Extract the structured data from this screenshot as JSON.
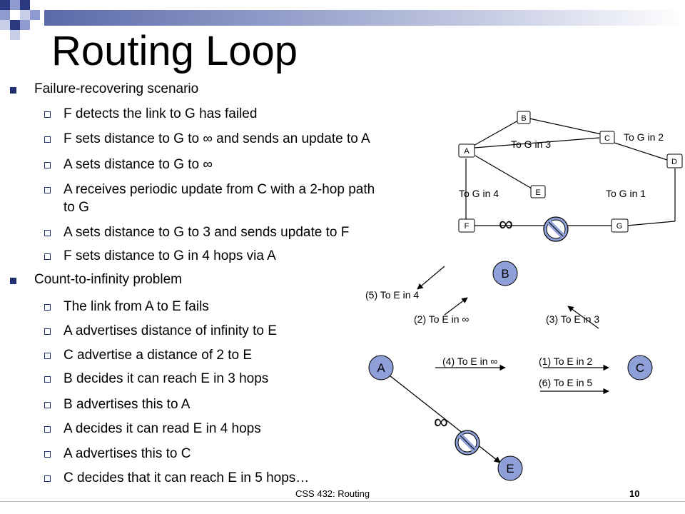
{
  "slide": {
    "title": "Routing Loop",
    "footer": "CSS 432: Routing",
    "page_number": "10"
  },
  "bullets": [
    {
      "level": 1,
      "text": "Failure-recovering scenario"
    },
    {
      "level": 2,
      "text": "F detects the link to G has failed"
    },
    {
      "level": 2,
      "text": "F sets distance to G to ∞ and sends an update to A"
    },
    {
      "level": 2,
      "text": "A sets distance to G to ∞"
    },
    {
      "level": 2,
      "text": "A receives periodic update from C with a 2-hop path",
      "continuation": "to G"
    },
    {
      "level": 2,
      "text": "A sets distance to G to 3 and sends update to F"
    },
    {
      "level": 2,
      "text": "F sets distance to G in 4 hops via A"
    },
    {
      "level": 1,
      "text": "Count-to-infinity problem"
    },
    {
      "level": 2,
      "text": "The link from A to E fails"
    },
    {
      "level": 2,
      "text": "A advertises distance of infinity to E"
    },
    {
      "level": 2,
      "text": "C advertise a distance of 2 to E"
    },
    {
      "level": 2,
      "text": "B decides it can reach E in 3 hops"
    },
    {
      "level": 2,
      "text": "B advertises this to A"
    },
    {
      "level": 2,
      "text": "A decides it can read E in 4 hops"
    },
    {
      "level": 2,
      "text": "A advertises this to C"
    },
    {
      "level": 2,
      "text": "C decides that it can reach E in 5 hops…"
    }
  ],
  "diagram1": {
    "nodes": {
      "A": "A",
      "B": "B",
      "C": "C",
      "D": "D",
      "E": "E",
      "F": "F",
      "G": "G"
    },
    "labels": {
      "a_to_g": "To G in 3",
      "c_to_g": "To G in 2",
      "f_to_g": "To G in 4",
      "d_to_g": "To G in 1",
      "infinity": "∞"
    }
  },
  "diagram2": {
    "nodes": {
      "A": "A",
      "B": "B",
      "C": "C",
      "E": "E"
    },
    "labels": {
      "m5": "(5) To E in 4",
      "m2": "(2) To E in ∞",
      "m3": "(3) To E in 3",
      "m4": "(4) To E in ∞",
      "m1": "(1) To E in 2",
      "m6": "(6) To E in 5",
      "infinity": "∞"
    }
  },
  "colors": {
    "bullet": "#1f2f6f",
    "node_fill": "#8fa0d8",
    "title_bar_start": "#5a6aa8"
  }
}
